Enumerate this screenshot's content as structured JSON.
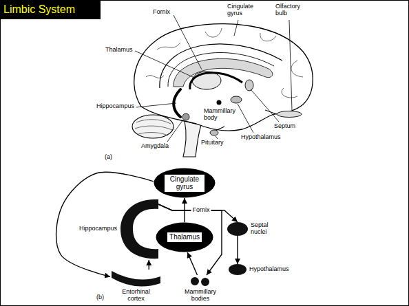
{
  "diagram": {
    "title": "Limbic System",
    "nodes": [
      {
        "text": [
          "Cingulate gyrus"
        ]
      },
      {
        "text": [
          "Septal nuclei"
        ]
      },
      {
        "text": [
          "Hippocampus"
        ]
      },
      {
        "text": [
          "Thalamus"
        ]
      },
      {
        "text": [
          "Hypothalamus"
        ]
      },
      {
        "text": [
          "Entorhinal cortex"
        ]
      },
      {
        "text": [
          "Mammillary bodies"
        ]
      }
    ],
    "edges": [
      {
        "from": 0,
        "to": 5,
        "arrow": "to"
      },
      {
        "from": 5,
        "to": 2,
        "arrow": "to"
      },
      {
        "from": 2,
        "to": 6,
        "label": "Fornix",
        "arrow": "to"
      },
      {
        "from": 2,
        "to": 1,
        "arrow": "to"
      },
      {
        "from": 6,
        "to": 3,
        "arrow": "to"
      },
      {
        "from": 3,
        "to": 0,
        "arrow": "to"
      },
      {
        "from": 1,
        "to": 4,
        "arrow": "to"
      }
    ],
    "labels": [
      "Fornix",
      "Cingulate gyrus",
      "Olfactory bulb",
      "Thalamus",
      "Hippocampus",
      "Mammillary body",
      "Septum",
      "Pituitary",
      "Hypothalamus",
      "Amygdala",
      "(a)",
      "(b)"
    ]
  }
}
